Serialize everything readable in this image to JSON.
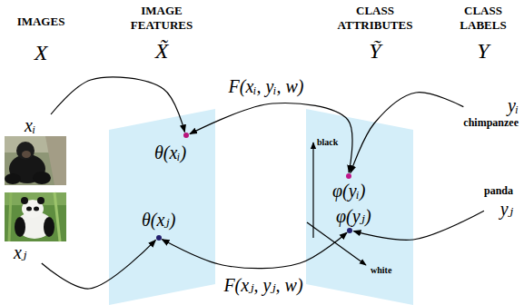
{
  "diagram": {
    "nodes": [
      {
        "text": [
          "xᵢ"
        ]
      },
      {
        "text": [
          "θ(xᵢ)"
        ]
      },
      {
        "text": [
          "φ(yᵢ)"
        ]
      },
      {
        "text": [
          "yᵢ",
          "chimpanzee"
        ]
      },
      {
        "text": [
          "xⱼ"
        ]
      },
      {
        "text": [
          "θ(xⱼ)"
        ]
      },
      {
        "text": [
          "φ(yⱼ)"
        ]
      },
      {
        "text": [
          "panda",
          "yⱼ"
        ]
      }
    ],
    "edges": [
      {
        "from": 0,
        "to": 1,
        "arrow": "to"
      },
      {
        "from": 3,
        "to": 2,
        "arrow": "to"
      },
      {
        "from": 1,
        "to": 2,
        "arrow": "both",
        "label": "F(xᵢ, yᵢ, w)"
      },
      {
        "from": 4,
        "to": 5,
        "arrow": "to"
      },
      {
        "from": 7,
        "to": 6,
        "arrow": "to"
      },
      {
        "from": 5,
        "to": 6,
        "arrow": "both",
        "label": "F(xⱼ, yⱼ, w)"
      }
    ],
    "labels": [
      "IMAGES",
      "X",
      "IMAGE FEATURES",
      "X̃",
      "CLASS ATTRIBUTES",
      "Ỹ",
      "CLASS LABELS",
      "Y",
      "black",
      "white"
    ]
  }
}
